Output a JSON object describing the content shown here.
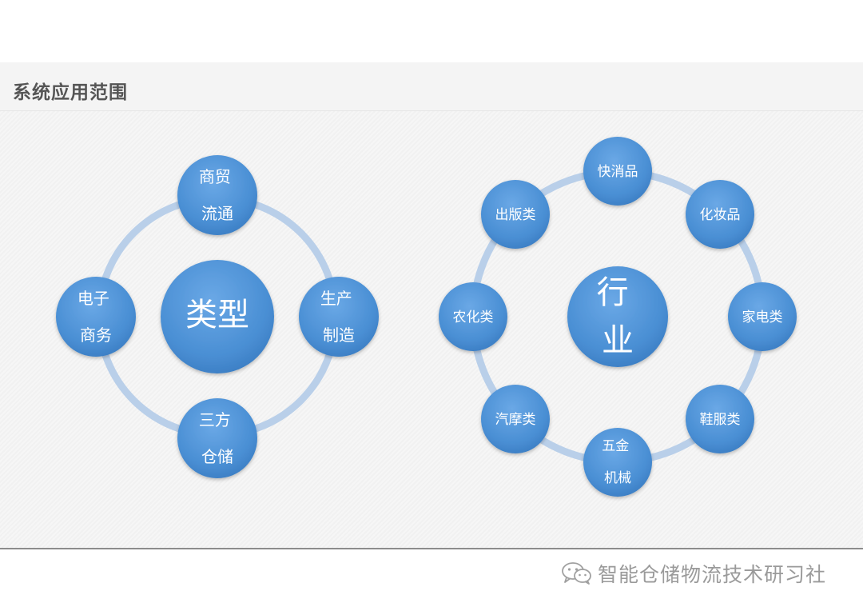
{
  "header": {
    "title": "系统应用范围"
  },
  "diagram_left": {
    "center": {
      "lines": [
        "类型"
      ]
    },
    "nodes": [
      {
        "lines": [
          "商贸",
          "流通"
        ]
      },
      {
        "lines": [
          "生产",
          "制造"
        ]
      },
      {
        "lines": [
          "三方",
          "仓储"
        ]
      },
      {
        "lines": [
          "电子",
          "商务"
        ]
      }
    ]
  },
  "diagram_right": {
    "center": {
      "lines": [
        "行",
        "业"
      ]
    },
    "nodes": [
      {
        "lines": [
          "快消品"
        ]
      },
      {
        "lines": [
          "化妆品"
        ]
      },
      {
        "lines": [
          "家电类"
        ]
      },
      {
        "lines": [
          "鞋服类"
        ]
      },
      {
        "lines": [
          "五金",
          "机械"
        ]
      },
      {
        "lines": [
          "汽摩类"
        ]
      },
      {
        "lines": [
          "农化类"
        ]
      },
      {
        "lines": [
          "出版类"
        ]
      }
    ]
  },
  "footer": {
    "icon": "wechat-icon",
    "text": "智能仓储物流技术研习社"
  },
  "colors": {
    "node_fill": "#4a8fd4",
    "ring": "#b9cfe9"
  }
}
